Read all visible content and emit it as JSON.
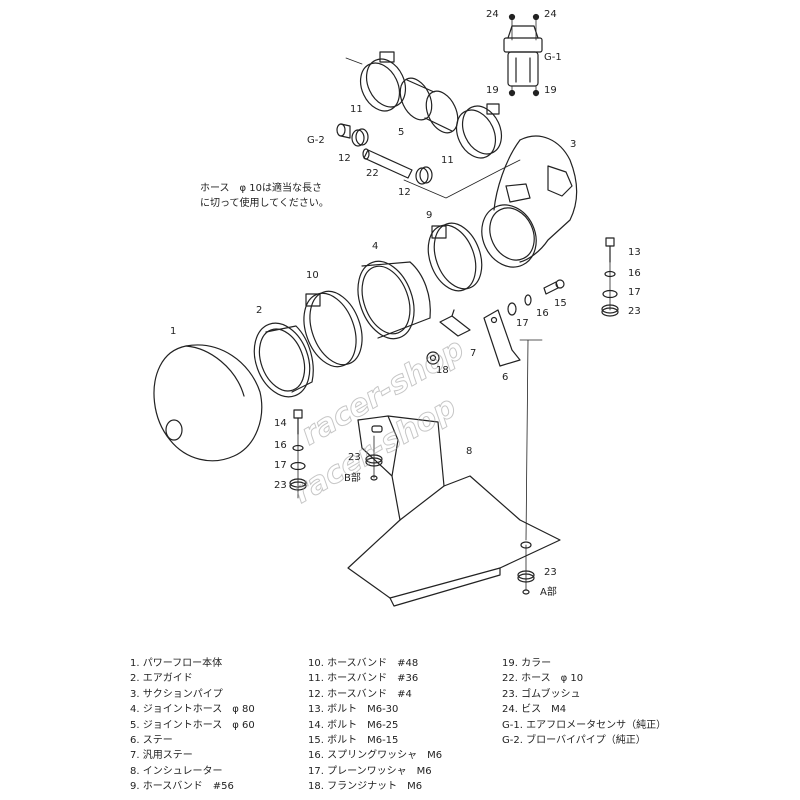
{
  "callouts": {
    "c24a": "24",
    "c24b": "24",
    "cG1": "G-1",
    "c19a": "19",
    "c19b": "19",
    "c11a": "11",
    "c5": "5",
    "c3": "3",
    "cG2": "G-2",
    "c12a": "12",
    "c22": "22",
    "c11b": "11",
    "c12b": "12",
    "c9": "9",
    "c4": "4",
    "c10": "10",
    "c2": "2",
    "c1": "1",
    "c13": "13",
    "c16a": "16",
    "c17a": "17",
    "c23a": "23",
    "c15": "15",
    "c16b": "16",
    "c17b": "17",
    "c7": "7",
    "c18": "18",
    "c6": "6",
    "c14": "14",
    "c16c": "16",
    "c17c": "17",
    "c23b": "23",
    "c23c": "23",
    "cB": "B部",
    "c8": "8",
    "c23d": "23",
    "cA": "A部"
  },
  "note": {
    "line1": "ホース　φ 10は適当な長さ",
    "line2": "に切って使用してください。"
  },
  "watermark": {
    "line1": "racer-shop",
    "line2": "racer-shop"
  },
  "legend": {
    "col1": [
      "1.  パワーフロー本体",
      "2.  エアガイド",
      "3.  サクションパイプ",
      "4.  ジョイントホース　φ 80",
      "5.  ジョイントホース　φ 60",
      "6.  ステー",
      "7.  汎用ステー",
      "8.  インシュレーター",
      "9.  ホースバンド　#56"
    ],
    "col2": [
      "10.  ホースバンド　#48",
      "11.  ホースバンド　#36",
      "12.  ホースバンド　#4",
      "13.  ボルト　M6-30",
      "14.  ボルト　M6-25",
      "15.  ボルト　M6-15",
      "16.  スプリングワッシャ　M6",
      "17.  プレーンワッシャ　M6",
      "18.  フランジナット　M6"
    ],
    "col3": [
      "19.  カラー",
      "22.  ホース　φ 10",
      "23.  ゴムブッシュ",
      "24.  ビス　M4",
      "G-1.  エアフロメータセンサ（純正）",
      "G-2.  ブローバイパイプ（純正）"
    ]
  }
}
